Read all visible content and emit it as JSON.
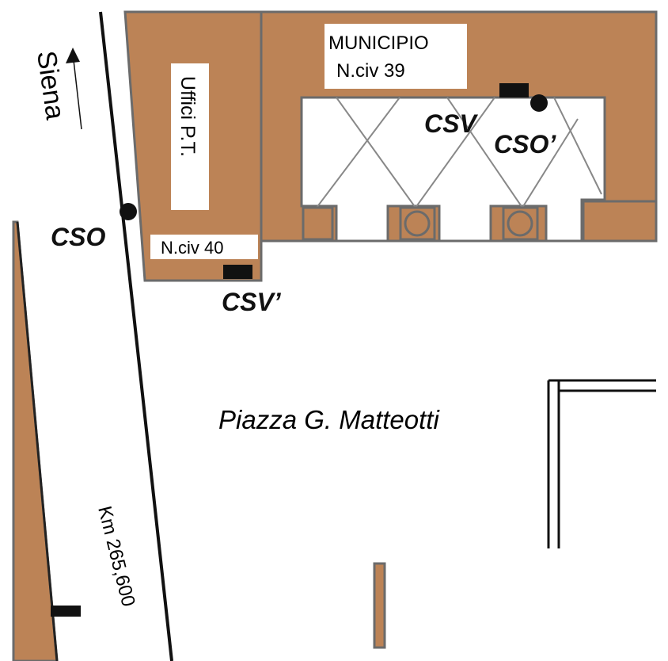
{
  "labels": {
    "direction": "Siena",
    "uffici": "Uffici P.T.",
    "civ40": "N.civ 40",
    "municipio_title": "MUNICIPIO",
    "municipio_civ": "N.civ 39",
    "piazza": "Piazza G. Matteotti",
    "km": "Km 265,600"
  },
  "markers": {
    "cso": "CSO",
    "cso_prime": "CSO’",
    "csv": "CSV",
    "csv_prime": "CSV’"
  },
  "colors": {
    "building_fill": "#BC8356",
    "building_stroke": "#6b6b6b",
    "road_line": "#111111",
    "truss_line": "#888888",
    "background": "#ffffff"
  }
}
